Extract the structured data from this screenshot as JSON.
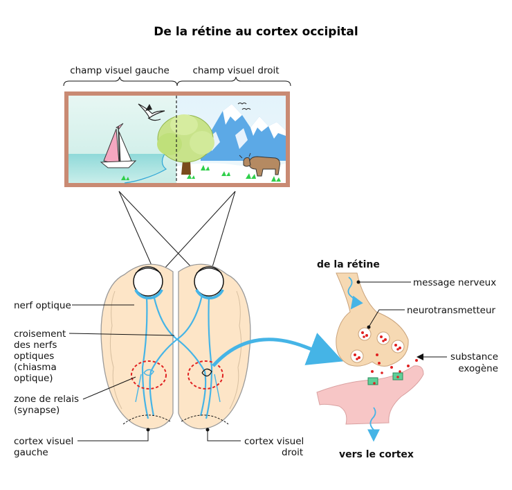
{
  "title": "De la rétine au cortex occipital",
  "fields": {
    "left": "champ visuel gauche",
    "right": "champ visuel droit"
  },
  "brain_labels": {
    "optic_nerve": "nerf optique",
    "chiasma": [
      "croisement",
      "des nerfs",
      "optiques",
      "(chiasma",
      "optique)"
    ],
    "relay": [
      "zone de relais",
      "(synapse)"
    ],
    "cortex_left": [
      "cortex visuel",
      "gauche"
    ],
    "cortex_right": [
      "cortex visuel",
      "droit"
    ]
  },
  "synapse_labels": {
    "from_retina": "de la rétine",
    "nerve_message": "message nerveux",
    "neurotransmitter": "neurotransmetteur",
    "exogenous": [
      "substance",
      "exogène"
    ],
    "to_cortex": "vers le cortex"
  },
  "colors": {
    "brain": "#fde5c7",
    "brain_stroke": "#999999",
    "pathway": "#45b4e6",
    "relay_zone": "#e02020",
    "synapse_top": "#f6d9b3",
    "synapse_bottom": "#f7c6c6",
    "vesicle_dots": "#e02020",
    "receptor": "#5fcf98"
  }
}
